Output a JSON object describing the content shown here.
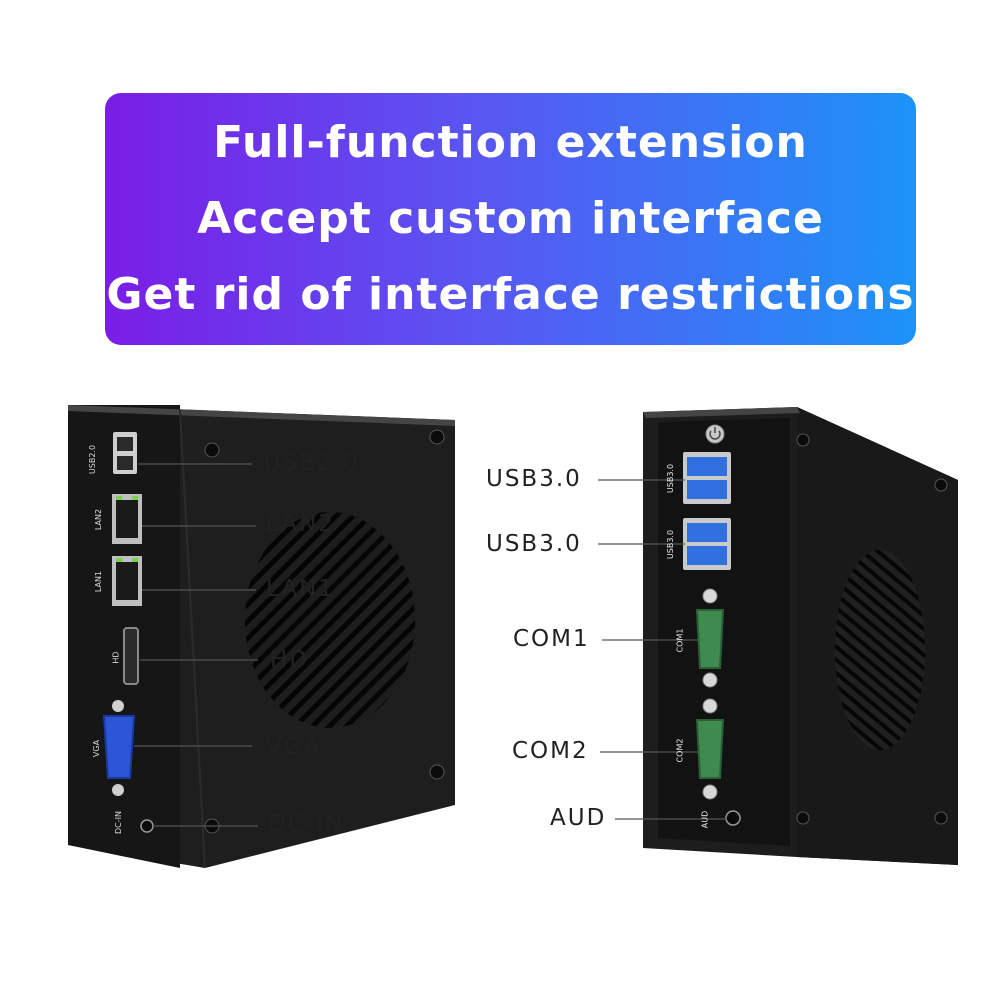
{
  "banner": {
    "lines": [
      "Full-function extension",
      "Accept custom interface",
      "Get rid of interface restrictions"
    ]
  },
  "left_device": {
    "callouts": [
      "USB2.0",
      "LAN2",
      "LAN1",
      "HD",
      "VGA",
      "DC-IN"
    ],
    "port_labels": [
      "USB2.0",
      "LAN2",
      "LAN1",
      "HD",
      "VGA",
      "DC-IN"
    ]
  },
  "right_device": {
    "callouts": [
      "USB3.0",
      "USB3.0",
      "COM1",
      "COM2",
      "AUD"
    ],
    "port_labels": [
      "USB3.0",
      "USB3.0",
      "COM1",
      "COM2",
      "AUD"
    ]
  },
  "colors": {
    "banner_start": "#7a1de6",
    "banner_end": "#1c93f8",
    "case": "#1f1f1f",
    "usb3_port": "#2f6fe0",
    "com_port": "#3f8a4f",
    "vga_port": "#2c55d8"
  }
}
